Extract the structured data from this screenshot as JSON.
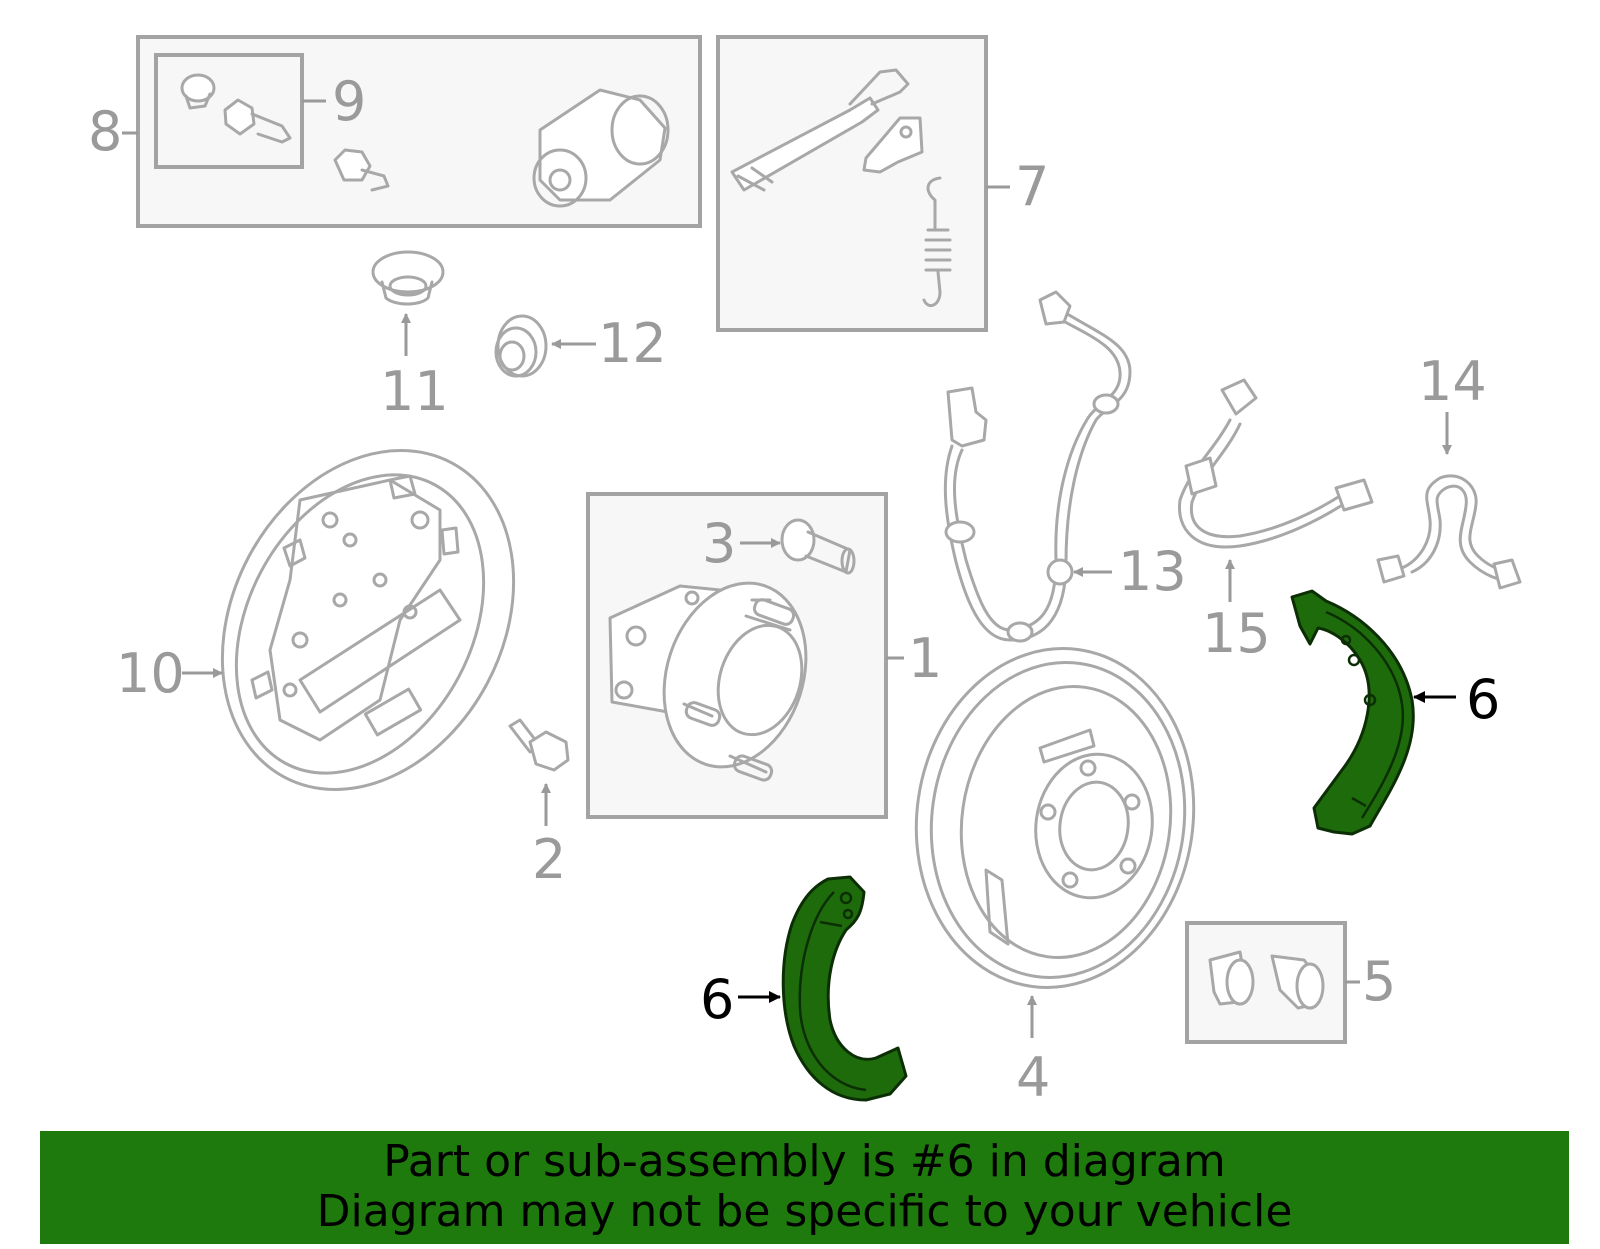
{
  "diagram": {
    "callouts": {
      "c1": "1",
      "c2": "2",
      "c3": "3",
      "c4": "4",
      "c5": "5",
      "c6a": "6",
      "c6b": "6",
      "c7": "7",
      "c8": "8",
      "c9": "9",
      "c10": "10",
      "c11": "11",
      "c12": "12",
      "c13": "13",
      "c14": "14",
      "c15": "15"
    },
    "highlighted_part": "6",
    "highlight_color": "#1e6b0c"
  },
  "banner": {
    "line1": "Part or sub-assembly is #6 in diagram",
    "line2": "Diagram may not be specific to your vehicle",
    "background": "#1f7a0e"
  }
}
